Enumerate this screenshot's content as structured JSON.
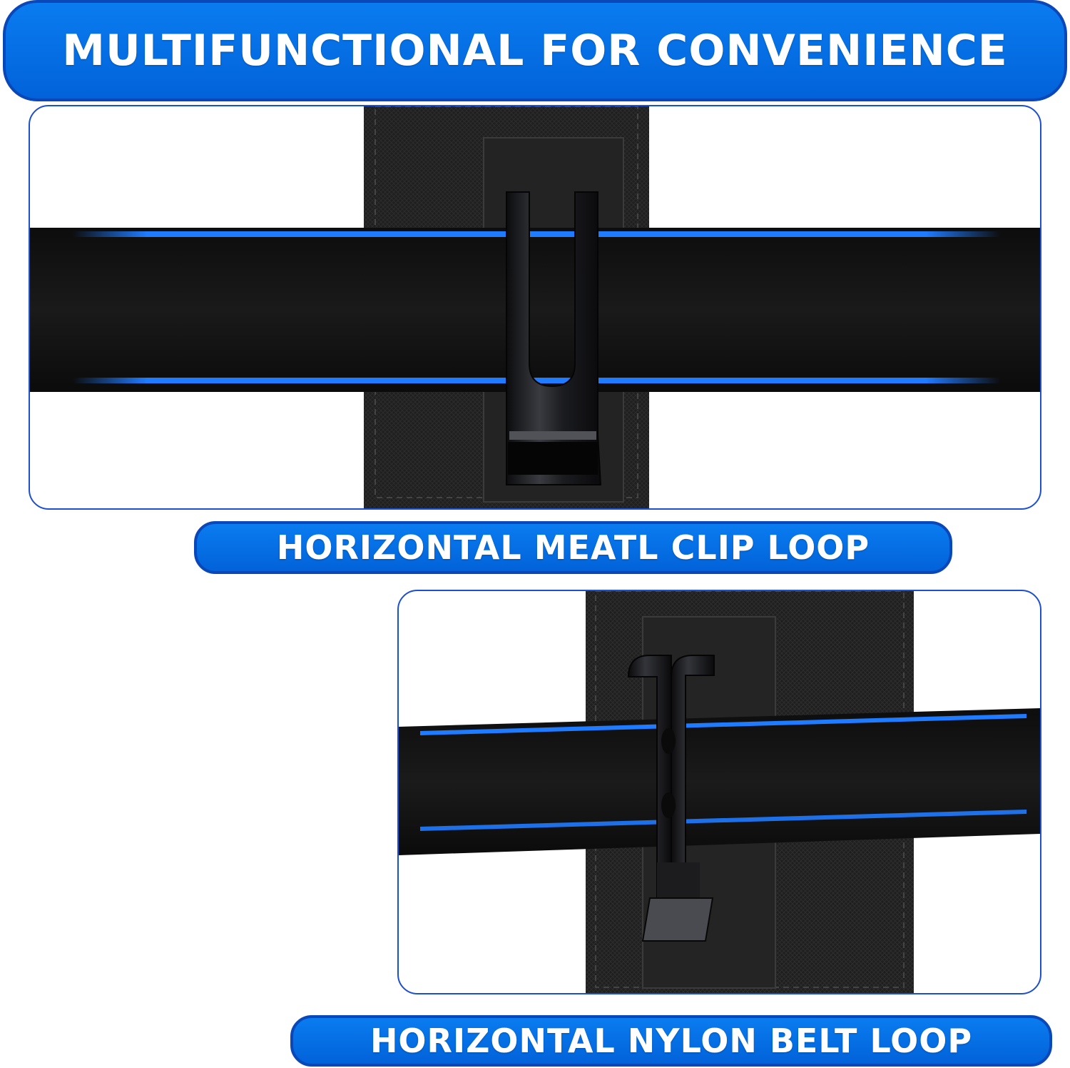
{
  "colors": {
    "banner_blue": "#0a6fe8",
    "panel_border": "#1d4fd1",
    "accent_blue": "#1f7bff",
    "belt_black": "#141414",
    "holster_black": "#1e1e1e"
  },
  "header": {
    "title": "MULTIFUNCTIONAL FOR CONVENIENCE"
  },
  "sections": [
    {
      "caption": "HORIZONTAL MEATL CLIP LOOP",
      "image": "metal-clip-on-belt"
    },
    {
      "caption": "HORIZONTAL NYLON BELT LOOP",
      "image": "nylon-loop-on-belt"
    }
  ]
}
